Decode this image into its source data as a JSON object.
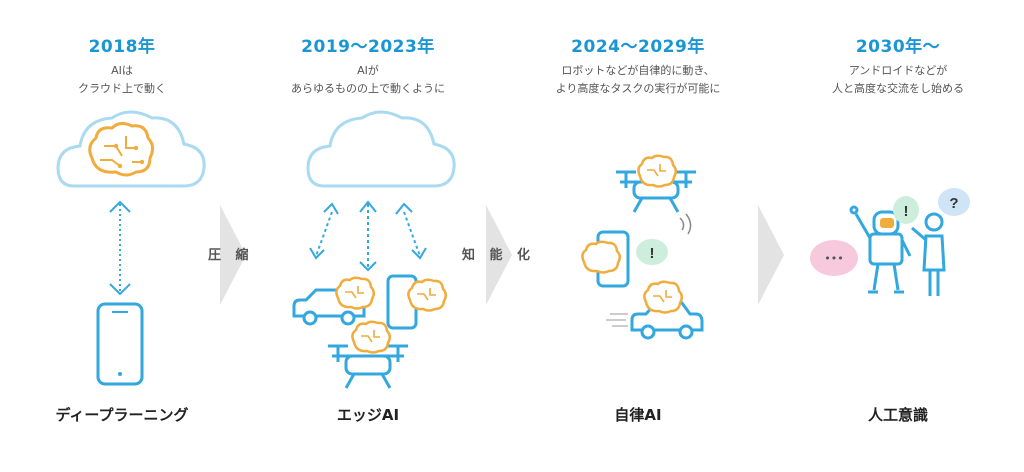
{
  "stages": [
    {
      "year": "2018年",
      "desc": [
        "AIは",
        "クラウド上で動く"
      ],
      "label": "ディープラーニング"
    },
    {
      "year": "2019〜2023年",
      "desc": [
        "AIが",
        "あらゆるものの上で動くように"
      ],
      "label": "エッジAI"
    },
    {
      "year": "2024〜2029年",
      "desc": [
        "ロボットなどが自律的に動き、",
        "より高度なタスクの実行が可能に"
      ],
      "label": "自律AI"
    },
    {
      "year": "2030年〜",
      "desc": [
        "アンドロイドなどが",
        "人と高度な交流をし始める"
      ],
      "label": "人工意識"
    }
  ],
  "transitions": [
    "圧 縮",
    "知 能 化"
  ],
  "bubbles": {
    "exclaim": "!",
    "question": "?",
    "dots": "•••"
  },
  "colors": {
    "accent": "#1a96d4",
    "cloud": "#a9daf0",
    "brain": "#f0ac3c",
    "line": "#33a8de",
    "chevron": "#e3e3e3",
    "pink": "#f6c9dc",
    "green": "#cdeedd"
  }
}
